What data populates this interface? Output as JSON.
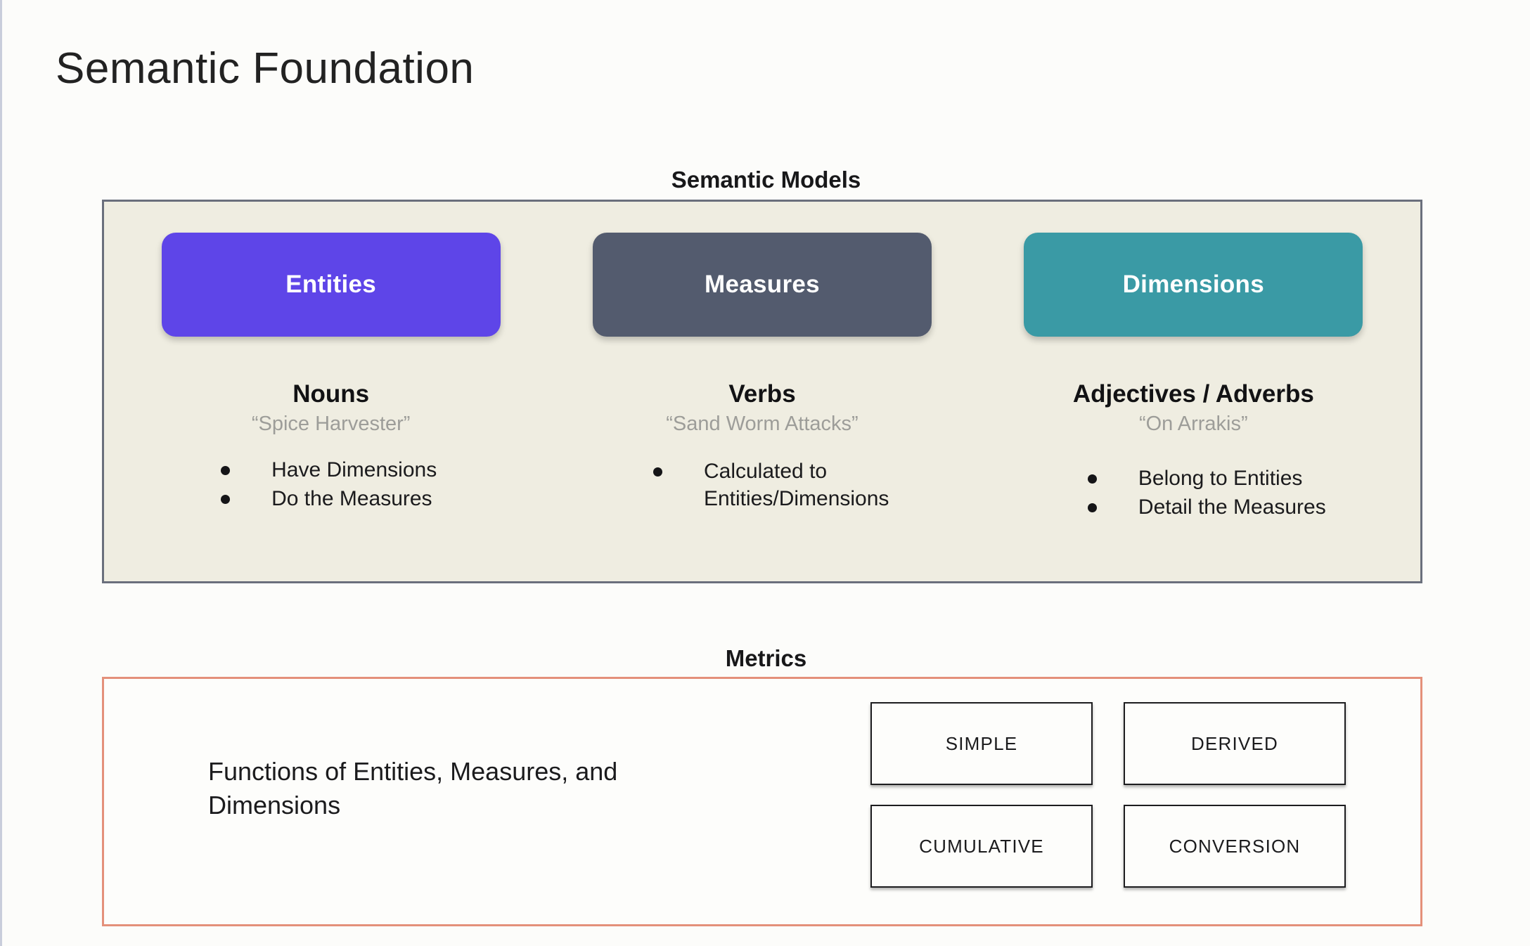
{
  "slide": {
    "title": "Semantic Foundation"
  },
  "semantic_models": {
    "heading": "Semantic Models",
    "columns": [
      {
        "chip_label": "Entities",
        "chip_color": "#5E45E8",
        "part_of_speech": "Nouns",
        "example": "“Spice Harvester”",
        "bullets": [
          "Have Dimensions",
          "Do the Measures"
        ]
      },
      {
        "chip_label": "Measures",
        "chip_color": "#535B6E",
        "part_of_speech": "Verbs",
        "example": "“Sand Worm Attacks”",
        "bullets": [
          "Calculated to Entities/Dimensions"
        ]
      },
      {
        "chip_label": "Dimensions",
        "chip_color": "#3A9AA5",
        "part_of_speech": "Adjectives / Adverbs",
        "example": "“On Arrakis”",
        "bullets": [
          "Belong to Entities",
          "Detail the Measures"
        ]
      }
    ],
    "panel_background": "#EFEDE1",
    "panel_border_color": "#6A6F7C"
  },
  "metrics": {
    "heading": "Metrics",
    "description": "Functions of Entities, Measures, and Dimensions",
    "types": [
      "SIMPLE",
      "DERIVED",
      "CUMULATIVE",
      "CONVERSION"
    ],
    "panel_border_color": "#E4907A"
  }
}
